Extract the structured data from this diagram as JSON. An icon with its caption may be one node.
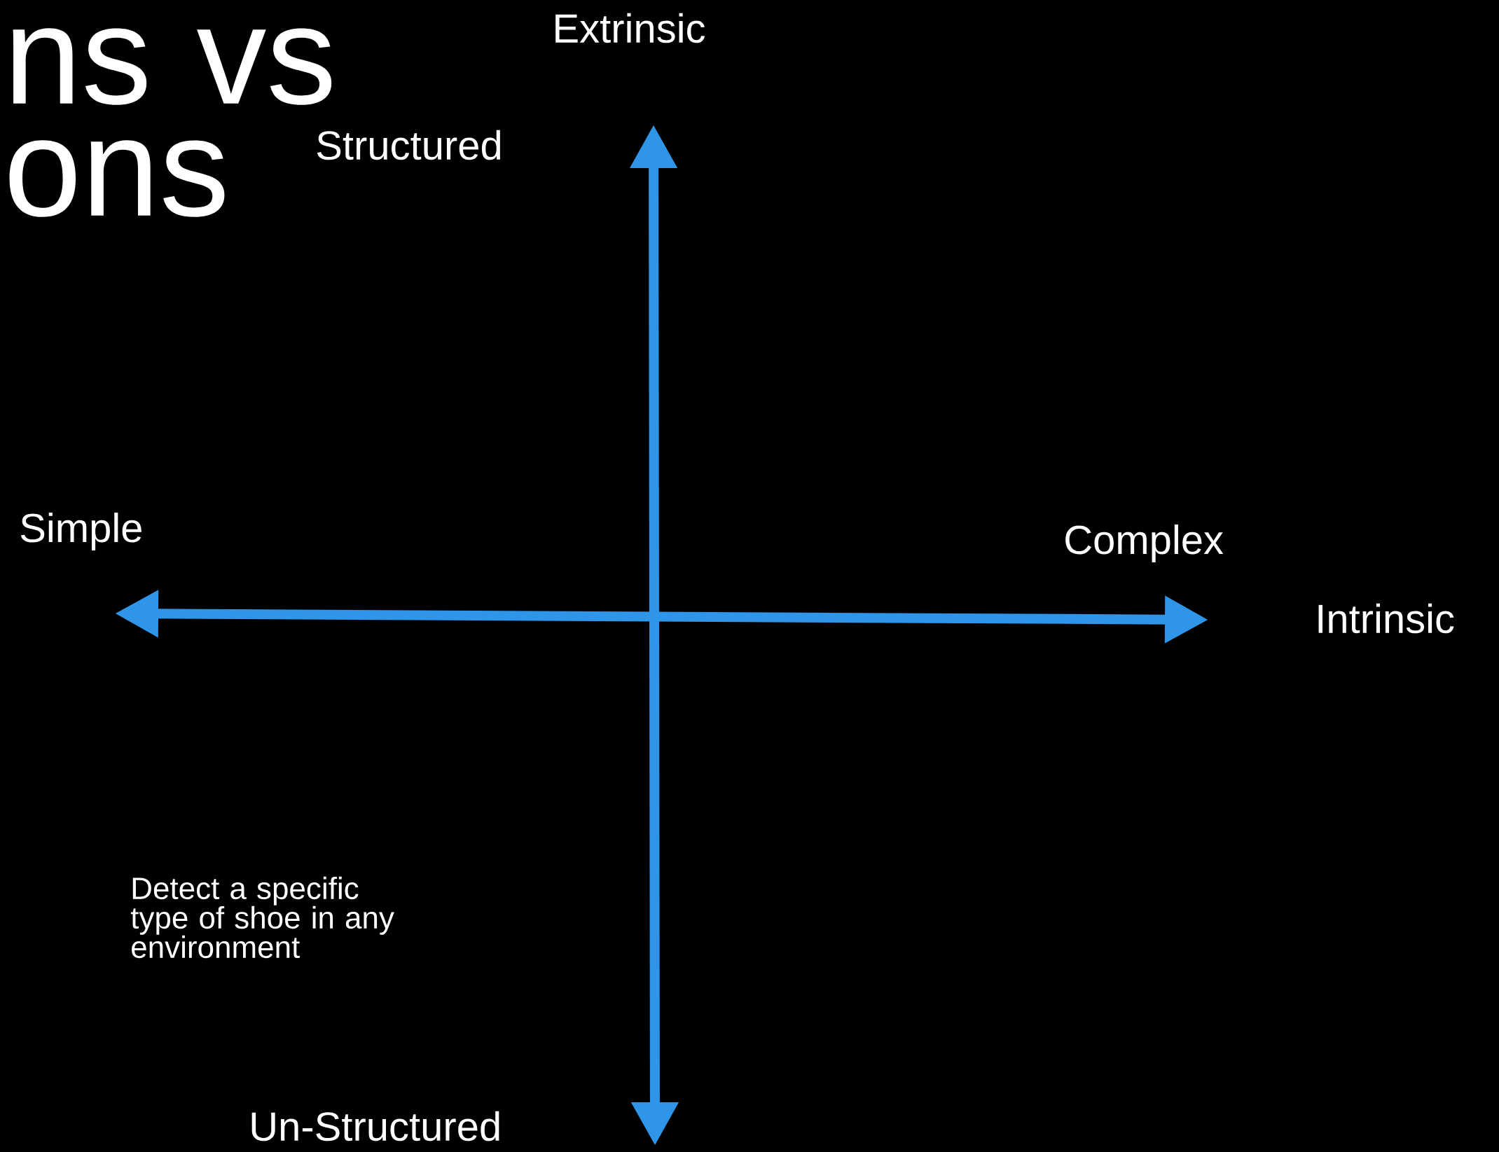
{
  "diagram": {
    "labels": [
      "ns vs",
      "ons",
      "Extrinsic",
      "Structured",
      "Simple",
      "Complex",
      "Intrinsic",
      "Detect a specific type of shoe in any environment",
      "Un-Structured"
    ]
  }
}
